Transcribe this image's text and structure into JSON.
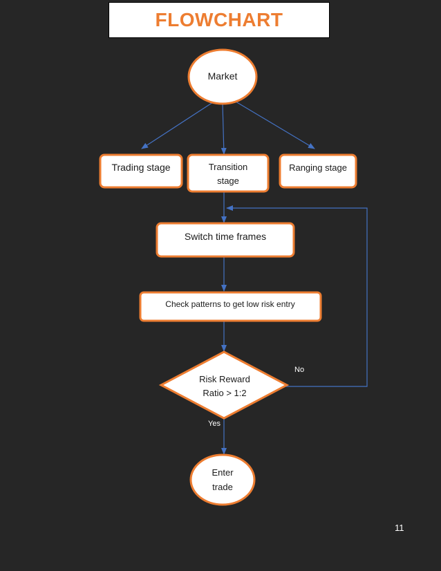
{
  "title": "FLOWCHART",
  "nodes": {
    "market": "Market",
    "trading_stage": "Trading stage",
    "transition_stage_line1": "Transition",
    "transition_stage_line2": "stage",
    "ranging_stage": "Ranging stage",
    "switch_time_frames": "Switch time frames",
    "check_patterns": "Check patterns to get low risk entry",
    "decision_line1": "Risk Reward",
    "decision_line2": "Ratio > 1:2",
    "enter_line1": "Enter",
    "enter_line2": "trade"
  },
  "edge_labels": {
    "no": "No",
    "yes": "Yes"
  },
  "page_number": "11",
  "colors": {
    "background": "#262626",
    "accent_orange": "#ed7d31",
    "connector_blue": "#4472c4",
    "node_fill": "#ffffff"
  }
}
